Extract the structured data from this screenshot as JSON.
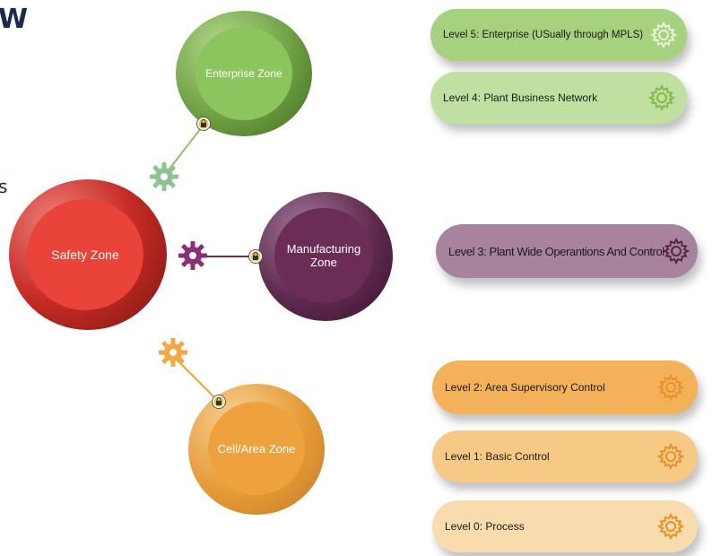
{
  "header": {
    "partial_title": "W",
    "partial_text": "s"
  },
  "zones": {
    "enterprise": {
      "label": "Enterprise Zone",
      "color": "#7bb84f"
    },
    "safety": {
      "label": "Safety Zone",
      "color": "#e8433a"
    },
    "manufacturing": {
      "label": "Manufacturing Zone",
      "label_line1": "Manufacturing",
      "label_line2": "Zone",
      "color": "#6d2f5a"
    },
    "cell_area": {
      "label": "Cell/Area Zone",
      "color": "#f0a33a"
    }
  },
  "levels": [
    {
      "label": "Level 5: Enterprise (USually through MPLS)",
      "color": "#a6d17e",
      "icon": "gear-icon"
    },
    {
      "label": "Level 4: Plant Business Network",
      "color": "#bfe0a0",
      "icon": "gear-icon"
    },
    {
      "label": "Level 3: Plant Wide Operantions And Control",
      "color": "#a8839d",
      "icon": "gear-icon"
    },
    {
      "label": "Level 2: Area Supervisory Control",
      "color": "#f3b15a",
      "icon": "gear-icon"
    },
    {
      "label": "Level 1: Basic Control",
      "color": "#f6c985",
      "icon": "gear-icon"
    },
    {
      "label": "Level 0: Process",
      "color": "#f9dcae",
      "icon": "gear-icon"
    }
  ],
  "icons": {
    "connector_gear": "gear-icon",
    "connector_lock": "lock-icon"
  }
}
